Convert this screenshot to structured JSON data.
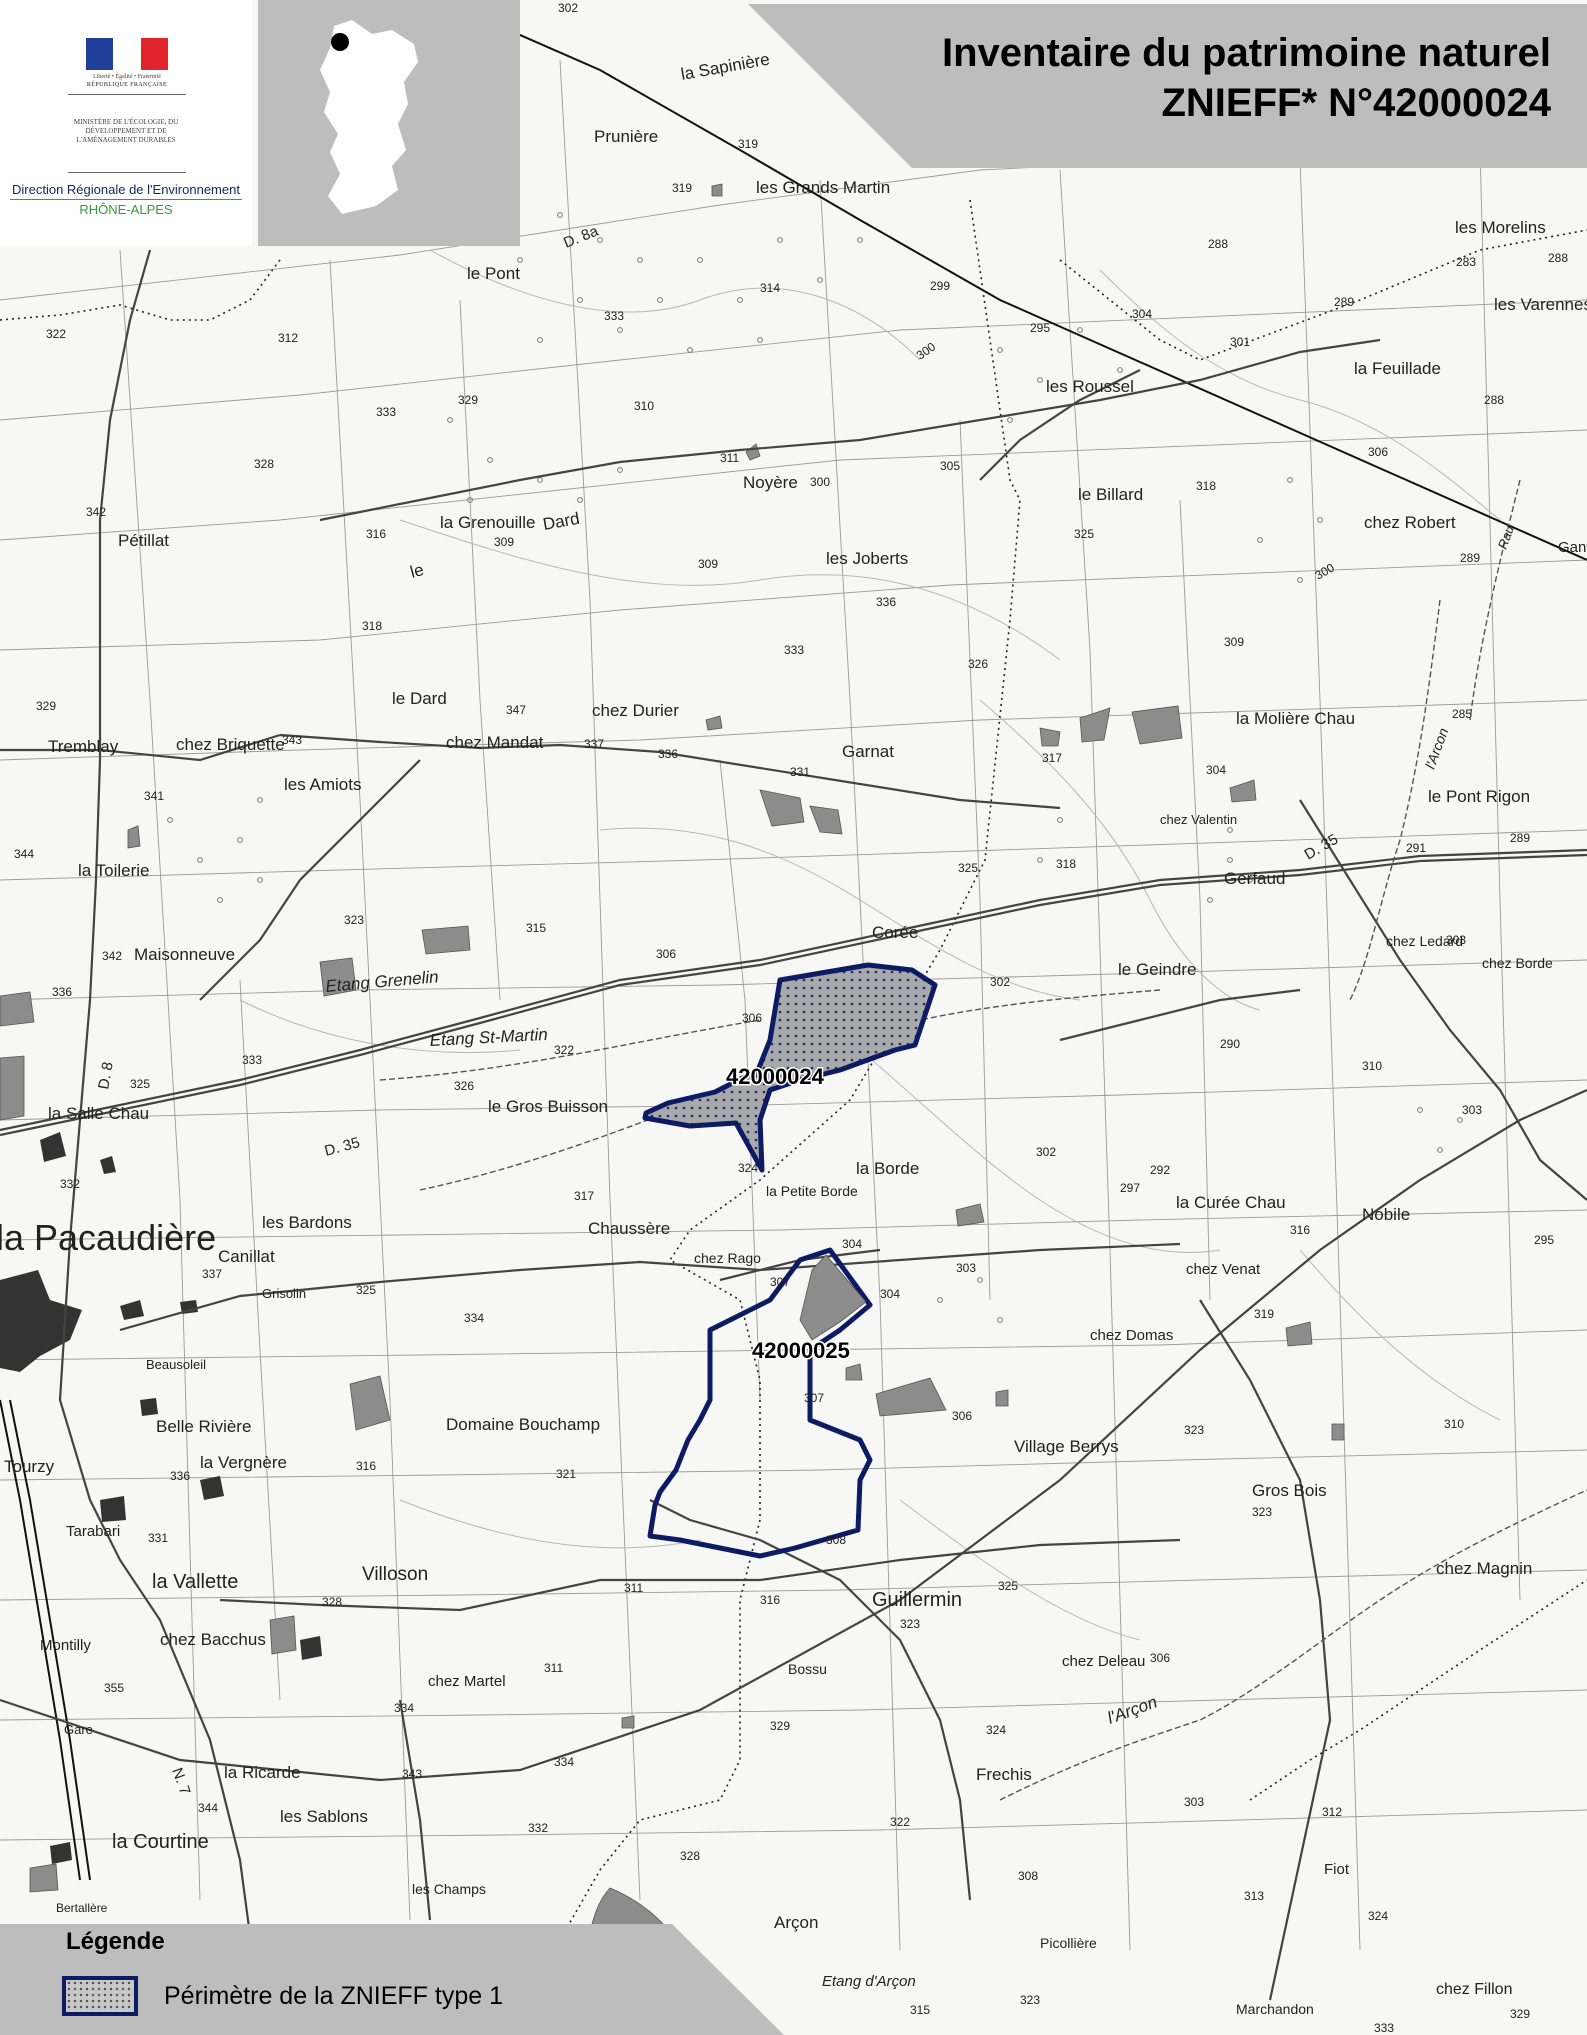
{
  "header": {
    "title_line1": "Inventaire du patrimoine naturel",
    "title_line2": "ZNIEFF*  N°42000024"
  },
  "logo": {
    "motto": "Liberté • Égalité • Fraternité",
    "republic": "RÉPUBLIQUE FRANÇAISE",
    "ministry": "MINISTÈRE DE L'ÉCOLOGIE, DU DÉVELOPPEMENT ET DE L'AMÉNAGEMENT DURABLES",
    "direction": "Direction Régionale de l'Environnement",
    "region": "RHÔNE-ALPES"
  },
  "legend": {
    "title": "Légende",
    "item_label": "Périmètre de la ZNIEFF type 1"
  },
  "zones": [
    {
      "id": "42000024"
    },
    {
      "id": "42000025"
    }
  ],
  "roads": [
    "D. 8a",
    "D. 35",
    "D. 35",
    "D. 8",
    "N. 7"
  ],
  "places": [
    "la Sapinière",
    "Prunière",
    "les Grands Martin",
    "le Pont",
    "les Morelins",
    "les Varennes",
    "la Feuillade",
    "les Roussel",
    "Noyère",
    "le Billard",
    "la Grenouille",
    "Dard",
    "le",
    "Pétillat",
    "chez Robert",
    "les Joberts",
    "le Dard",
    "chez Durier",
    "la Molière Chau",
    "Tremblay",
    "chez Briquette",
    "chez Mandat",
    "les Amiots",
    "Garnat",
    "le Pont Rigon",
    "chez Valentin",
    "Gerfaud",
    "la Toilerie",
    "Corée",
    "chez Ledard",
    "chez Borde",
    "Maisonneuve",
    "Etang Grenelin",
    "le Geindre",
    "Etang St-Martin",
    "la Salle Chau",
    "le Gros Buisson",
    "la Petite Borde",
    "la Borde",
    "les Bardons",
    "Chaussère",
    "la Curée Chau",
    "Nobile",
    "la Pacaudière",
    "Canillat",
    "chez Rago",
    "chez Venat",
    "Grisolin",
    "chez Domas",
    "Beausoleil",
    "Belle Rivière",
    "Domaine Bouchamp",
    "Tourzy",
    "la Vergnère",
    "Village Berrys",
    "Gros Bois",
    "Tarabari",
    "la Vallette",
    "Villoson",
    "Guillermin",
    "chez Magnin",
    "Montilly",
    "chez Bacchus",
    "chez Deleau",
    "chez Martel",
    "Bossu",
    "Gare",
    "Frechis",
    "la Ricarde",
    "les Sablons",
    "l'Arçon",
    "la Courtine",
    "Fiot",
    "les Champs",
    "Bertallère",
    "Arçon",
    "Picollière",
    "Etang d'Arçon",
    "Marchandon",
    "chez Fillon",
    "l'Arcon",
    "Rau",
    "Gant"
  ],
  "altitudes": [
    "302",
    "319",
    "319",
    "333",
    "314",
    "299",
    "288",
    "283",
    "288",
    "322",
    "312",
    "329",
    "333",
    "310",
    "304",
    "295",
    "301",
    "289",
    "306",
    "288",
    "328",
    "311",
    "300",
    "305",
    "318",
    "342",
    "316",
    "309",
    "309",
    "325",
    "336",
    "289",
    "318",
    "333",
    "326",
    "309",
    "329",
    "343",
    "347",
    "337",
    "336",
    "331",
    "317",
    "304",
    "285",
    "341",
    "325",
    "318",
    "291",
    "289",
    "344",
    "323",
    "315",
    "306",
    "303",
    "342",
    "336",
    "306",
    "302",
    "290",
    "322",
    "326",
    "310",
    "325",
    "333",
    "303",
    "332",
    "324",
    "317",
    "302",
    "297",
    "292",
    "316",
    "295",
    "337",
    "325",
    "304",
    "307",
    "303",
    "304",
    "334",
    "319",
    "306",
    "310",
    "307",
    "323",
    "336",
    "316",
    "321",
    "323",
    "331",
    "311",
    "308",
    "325",
    "323",
    "328",
    "311",
    "316",
    "306",
    "355",
    "334",
    "329",
    "324",
    "343",
    "344",
    "334",
    "332",
    "322",
    "312",
    "303",
    "313",
    "328",
    "308",
    "324",
    "315",
    "323",
    "333",
    "329",
    "300",
    "300"
  ],
  "colors": {
    "zone_outline": "#0d1b64",
    "banner_grey": "#bdbdbd",
    "woodland_grey": "#8c8c8c"
  }
}
